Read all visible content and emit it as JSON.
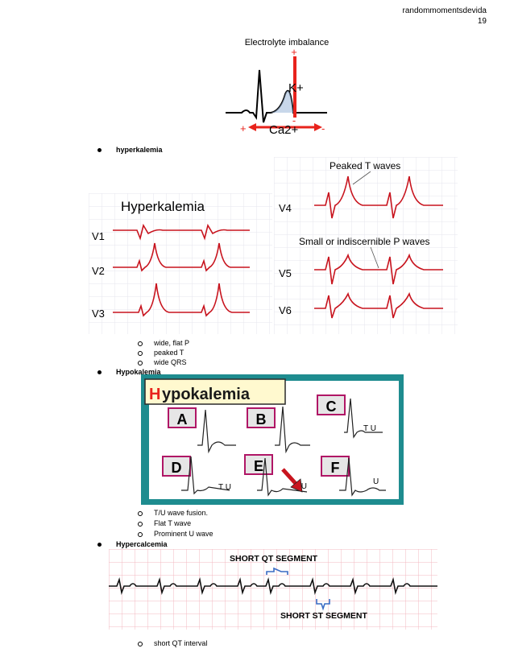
{
  "header": {
    "site": "randommomentsdevida",
    "page_number": "19"
  },
  "electrolyte_figure": {
    "title": "Electrolyte imbalance",
    "potassium_label": "K+",
    "calcium_label": "Ca2+",
    "plus_sign": "+",
    "minus_sign": "-"
  },
  "sections": {
    "hyperkalemia": {
      "heading": "hyperkalemia",
      "figure_left": {
        "title": "Hyperkalemia",
        "leads": [
          "V1",
          "V2",
          "V3"
        ]
      },
      "figure_right": {
        "leads": [
          "V4",
          "V5",
          "V6"
        ],
        "annotation_peaked": "Peaked T waves",
        "annotation_p": "Small or indiscernible P waves"
      },
      "points": [
        "wide, flat P",
        "peaked T",
        "wide QRS"
      ]
    },
    "hypokalemia": {
      "heading": "Hypokalemia",
      "figure": {
        "title_first_letter": "H",
        "title_rest": "ypokalemia",
        "panels": [
          "A",
          "B",
          "C",
          "D",
          "E",
          "F"
        ],
        "wave_label_tu": "T U",
        "wave_label_u": "U"
      },
      "points": [
        "T/U wave fusion.",
        "Flat T wave",
        "Prominent U wave"
      ]
    },
    "hypercalcemia": {
      "heading": "Hypercalcemia",
      "figure": {
        "label_qt": "SHORT QT SEGMENT",
        "label_st": "SHORT ST SEGMENT"
      },
      "points": [
        "short QT interval"
      ]
    }
  },
  "colors": {
    "ecg_red": "#c8141e",
    "grid_pink": "#f3b9c1",
    "teal": "#1e8c8f",
    "arrow_red": "#e8231c"
  }
}
